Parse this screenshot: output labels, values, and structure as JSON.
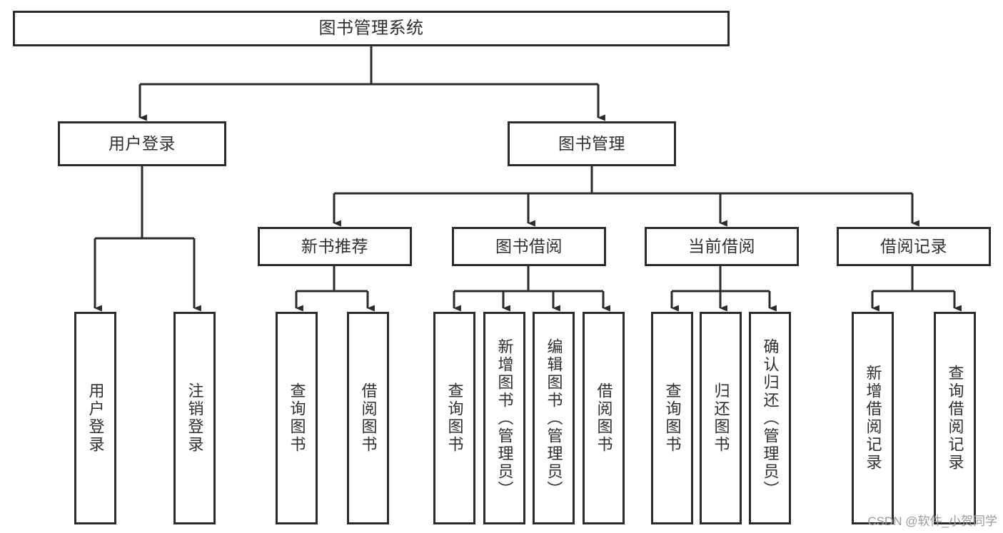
{
  "diagram": {
    "title": "图书管理系统",
    "type": "tree-hierarchy",
    "watermark": "CSDN @软件_小贺同学",
    "colors": {
      "background": "#ffffff",
      "box_border": "#2b2b2b",
      "box_fill": "#ffffff",
      "text": "#2f2f2f",
      "connector": "#2b2b2b",
      "watermark": "#9a9a9a"
    },
    "root": {
      "label": "图书管理系统"
    },
    "level2": [
      {
        "label": "用户登录"
      },
      {
        "label": "图书管理"
      }
    ],
    "level3": [
      {
        "label": "新书推荐"
      },
      {
        "label": "图书借阅"
      },
      {
        "label": "当前借阅"
      },
      {
        "label": "借阅记录"
      }
    ],
    "leaves": {
      "user_login": [
        {
          "label": "用户登录"
        },
        {
          "label": "注销登录"
        }
      ],
      "new_book_recommend": [
        {
          "label": "查询图书"
        },
        {
          "label": "借阅图书"
        }
      ],
      "book_borrow": [
        {
          "label": "查询图书"
        },
        {
          "label": "新增图书（管理员）"
        },
        {
          "label": "编辑图书（管理员）"
        },
        {
          "label": "借阅图书"
        }
      ],
      "current_borrow": [
        {
          "label": "查询图书"
        },
        {
          "label": "归还图书"
        },
        {
          "label": "确认归还（管理员）"
        }
      ],
      "borrow_records": [
        {
          "label": "新增借阅记录"
        },
        {
          "label": "查询借阅记录"
        }
      ]
    }
  }
}
